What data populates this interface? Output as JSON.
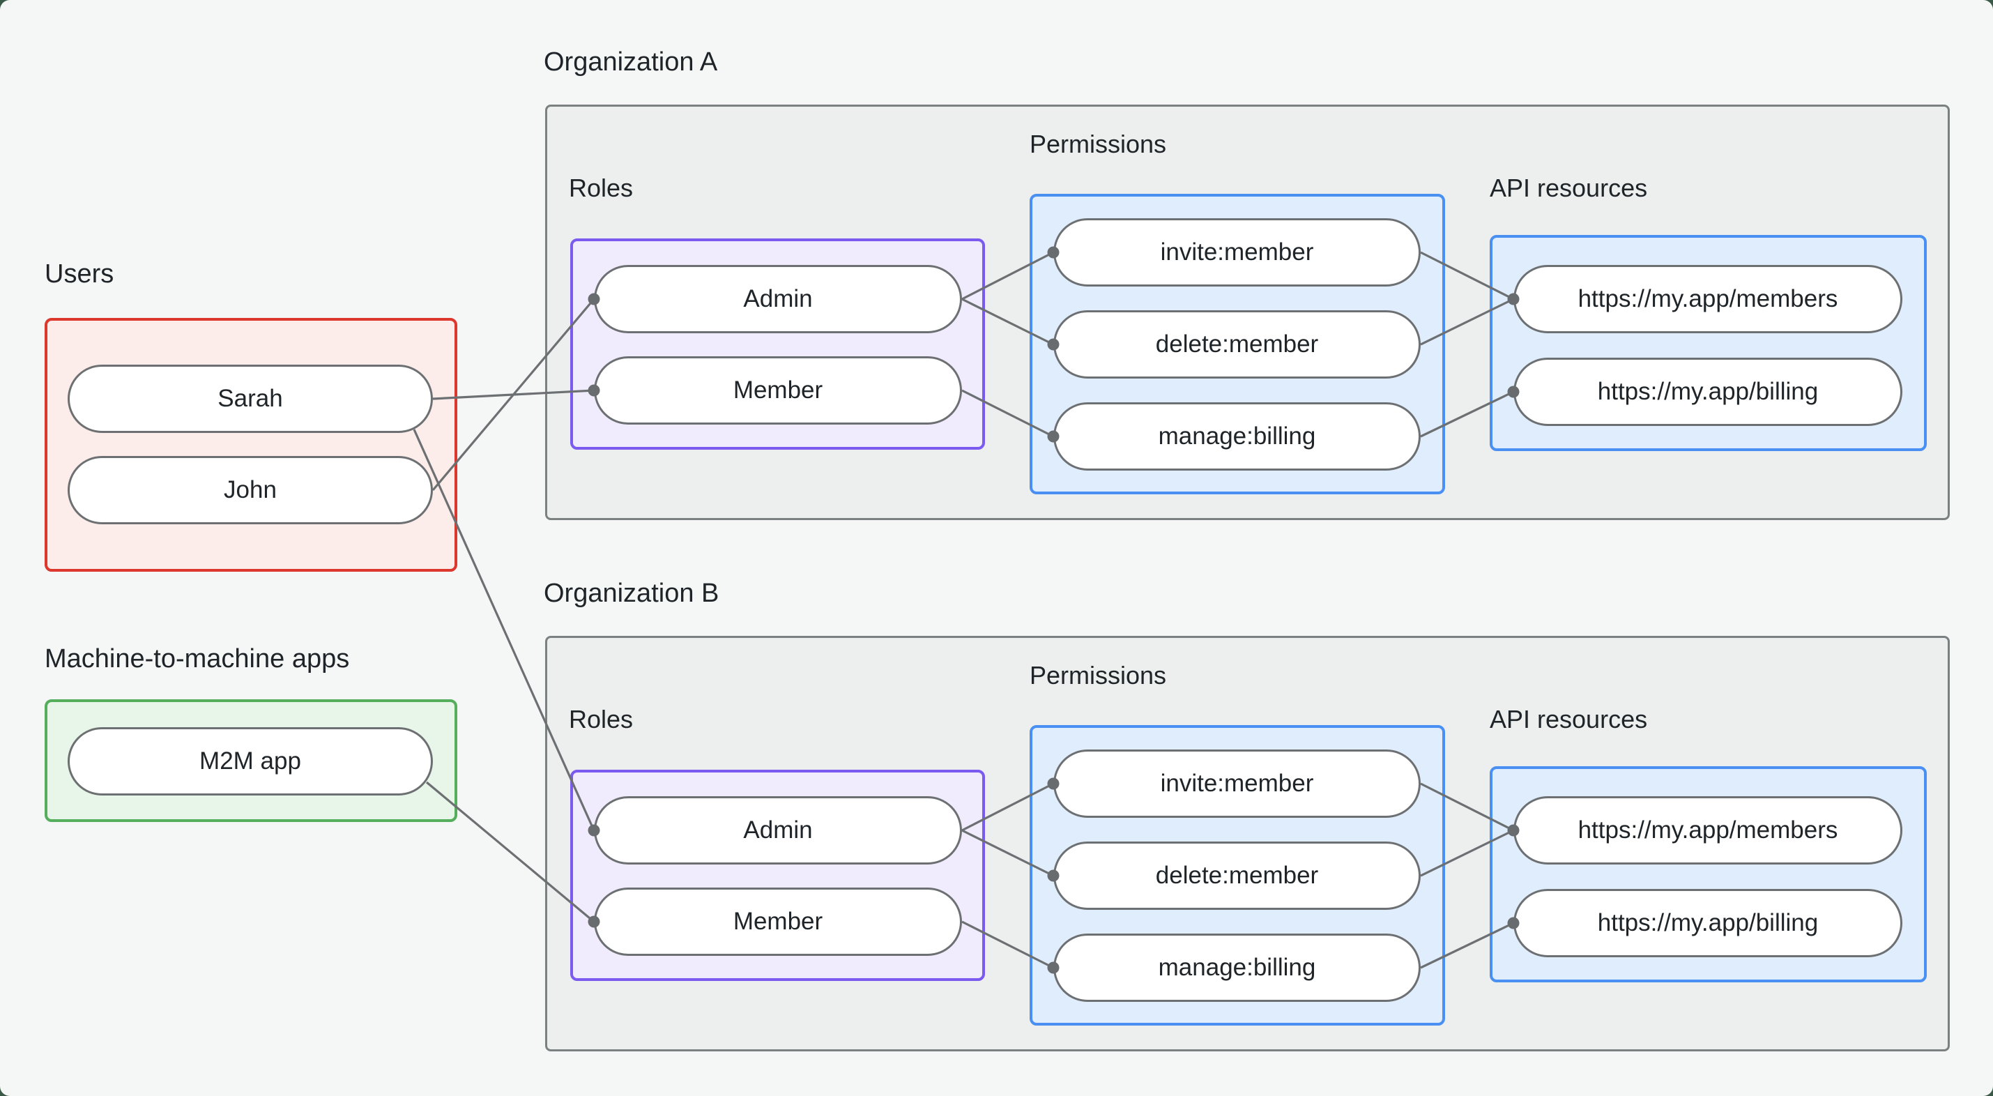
{
  "users_section": {
    "title": "Users",
    "items": [
      "Sarah",
      "John"
    ]
  },
  "m2m_section": {
    "title": "Machine-to-machine apps",
    "items": [
      "M2M app"
    ]
  },
  "orgs": [
    {
      "title": "Organization A",
      "roles": {
        "label": "Roles",
        "items": [
          "Admin",
          "Member"
        ]
      },
      "permissions": {
        "label": "Permissions",
        "items": [
          "invite:member",
          "delete:member",
          "manage:billing"
        ]
      },
      "api_resources": {
        "label": "API resources",
        "items": [
          "https://my.app/members",
          "https://my.app/billing"
        ]
      }
    },
    {
      "title": "Organization B",
      "roles": {
        "label": "Roles",
        "items": [
          "Admin",
          "Member"
        ]
      },
      "permissions": {
        "label": "Permissions",
        "items": [
          "invite:member",
          "delete:member",
          "manage:billing"
        ]
      },
      "api_resources": {
        "label": "API resources",
        "items": [
          "https://my.app/members",
          "https://my.app/billing"
        ]
      }
    }
  ],
  "edges": [
    {
      "from": "users/sarah",
      "to": "org-a/roles/member"
    },
    {
      "from": "users/john",
      "to": "org-a/roles/admin"
    },
    {
      "from": "users/sarah",
      "to": "org-b/roles/admin"
    },
    {
      "from": "m2m/m2m-app",
      "to": "org-b/roles/member"
    },
    {
      "from": "org-a/roles/admin",
      "to": "org-a/permissions/invite:member"
    },
    {
      "from": "org-a/roles/admin",
      "to": "org-a/permissions/delete:member"
    },
    {
      "from": "org-a/roles/member",
      "to": "org-a/permissions/manage:billing"
    },
    {
      "from": "org-a/permissions/invite:member",
      "to": "org-a/api/https://my.app/members"
    },
    {
      "from": "org-a/permissions/delete:member",
      "to": "org-a/api/https://my.app/members"
    },
    {
      "from": "org-a/permissions/manage:billing",
      "to": "org-a/api/https://my.app/billing"
    },
    {
      "from": "org-b/roles/admin",
      "to": "org-b/permissions/invite:member"
    },
    {
      "from": "org-b/roles/admin",
      "to": "org-b/permissions/delete:member"
    },
    {
      "from": "org-b/roles/member",
      "to": "org-b/permissions/manage:billing"
    },
    {
      "from": "org-b/permissions/invite:member",
      "to": "org-b/api/https://my.app/members"
    },
    {
      "from": "org-b/permissions/delete:member",
      "to": "org-b/api/https://my.app/members"
    },
    {
      "from": "org-b/permissions/manage:billing",
      "to": "org-b/api/https://my.app/billing"
    }
  ],
  "colors": {
    "canvas_bg": "#f5f7f6",
    "org_fill": "#ecefee",
    "org_border": "#7b8181",
    "users_border": "#dc382d",
    "users_fill": "#fcecea",
    "m2m_border": "#54ae5b",
    "m2m_fill": "#e8f5e9",
    "roles_border": "#7b5af0",
    "roles_fill": "#f1ecfd",
    "blue_border": "#4a90f2",
    "blue_fill": "#e0edfc",
    "edge_stroke": "#6d7072",
    "text": "#1f2428"
  }
}
